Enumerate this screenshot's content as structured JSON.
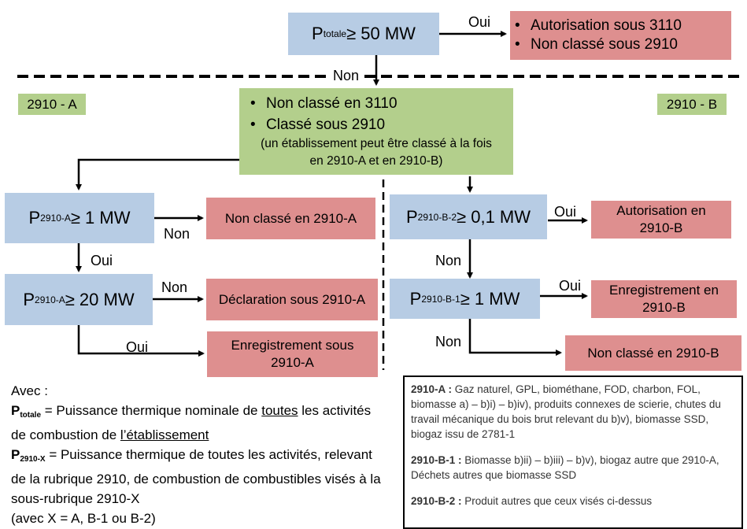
{
  "top_condition": {
    "P": "P",
    "sub": "totale",
    "rest": " ≥ 50 MW"
  },
  "top_result": [
    "Autorisation sous 3110",
    "Non classé sous 2910"
  ],
  "section_a": "2910 - A",
  "section_b": "2910 - B",
  "center_box": {
    "bullets": [
      "Non classé en 3110",
      "Classé sous 2910"
    ],
    "note": "(un établissement peut être classé à la fois en 2910-A et en 2910-B)"
  },
  "a1_condition": {
    "P": "P",
    "sub": "2910-A",
    "rest": " ≥ 1 MW"
  },
  "a1_result": "Non classé en 2910-A",
  "a2_condition": {
    "P": "P",
    "sub": "2910-A",
    "rest": " ≥ 20 MW"
  },
  "a2_result_non": "Déclaration sous 2910-A",
  "a2_result_oui": "Enregistrement sous 2910-A",
  "b2_condition": {
    "P": "P",
    "sub": "2910-B-2",
    "rest": " ≥ 0,1 MW"
  },
  "b2_result": "Autorisation en 2910-B",
  "b1_condition": {
    "P": "P",
    "sub": "2910-B-1",
    "rest": " ≥ 1 MW"
  },
  "b1_result_oui": "Enregistrement en 2910-B",
  "b1_result_non": "Non classé en 2910-B",
  "labels": {
    "oui": "Oui",
    "non": "Non"
  },
  "legend": {
    "title": "Avec :",
    "line1": {
      "P": "P",
      "sub": "totale",
      "text_a": " = Puissance thermique nominale de ",
      "u1": "toutes",
      "text_b": " les activités de combustion de ",
      "u2": "l’établissement"
    },
    "line2": {
      "P": "P",
      "sub": "2910-X",
      "text": " = Puissance thermique de toutes les activités, relevant de la rubrique 2910, de combustion de combustibles visés à la sous-rubrique 2910-X"
    },
    "line3": "(avec X = A, B-1 ou B-2)"
  },
  "fuels": [
    {
      "key": "2910-A :",
      "text": " Gaz naturel, GPL, biométhane, FOD, charbon, FOL, biomasse a) – b)i) – b)iv), produits connexes de scierie, chutes du travail mécanique du bois brut relevant du b)v), biomasse SSD, biogaz issu de 2781-1"
    },
    {
      "key": "2910-B-1 :",
      "text": " Biomasse b)ii) – b)iii) – b)v), biogaz autre que 2910-A, Déchets autres que biomasse SSD"
    },
    {
      "key": "2910-B-2 :",
      "text": " Produit autres que ceux visés ci-dessus"
    }
  ],
  "colors": {
    "condition": "#b7cce4",
    "result": "#de8f8f",
    "center": "#b3cf8c"
  }
}
